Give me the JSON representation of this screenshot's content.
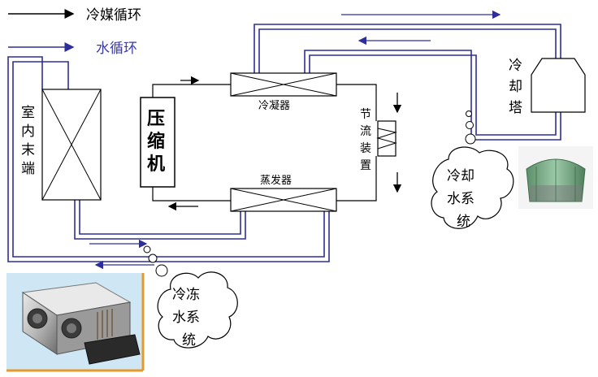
{
  "legend": {
    "refrigerant_label": "冷媒循环",
    "water_label": "水循环"
  },
  "labels": {
    "indoor_terminal": [
      "室",
      "内",
      "末",
      "端"
    ],
    "compressor": [
      "压",
      "缩",
      "机"
    ],
    "condenser": "冷凝器",
    "evaporator": "蒸发器",
    "throttle": [
      "节",
      "流",
      "装",
      "置"
    ],
    "cooling_tower": [
      "冷",
      "却",
      "塔"
    ],
    "cooling_water_system": [
      "冷却",
      "水系",
      "统"
    ],
    "chilled_water_system": [
      "冷冻",
      "水系",
      "统"
    ]
  },
  "colors": {
    "water_line": "#2e2e9a",
    "refrigerant_line": "#000000",
    "legend_blue_text": "#3a3aa8"
  },
  "icons": {
    "fan_coil_photo": "fan-coil-unit-image",
    "tower_photo": "cooling-tower-image"
  }
}
